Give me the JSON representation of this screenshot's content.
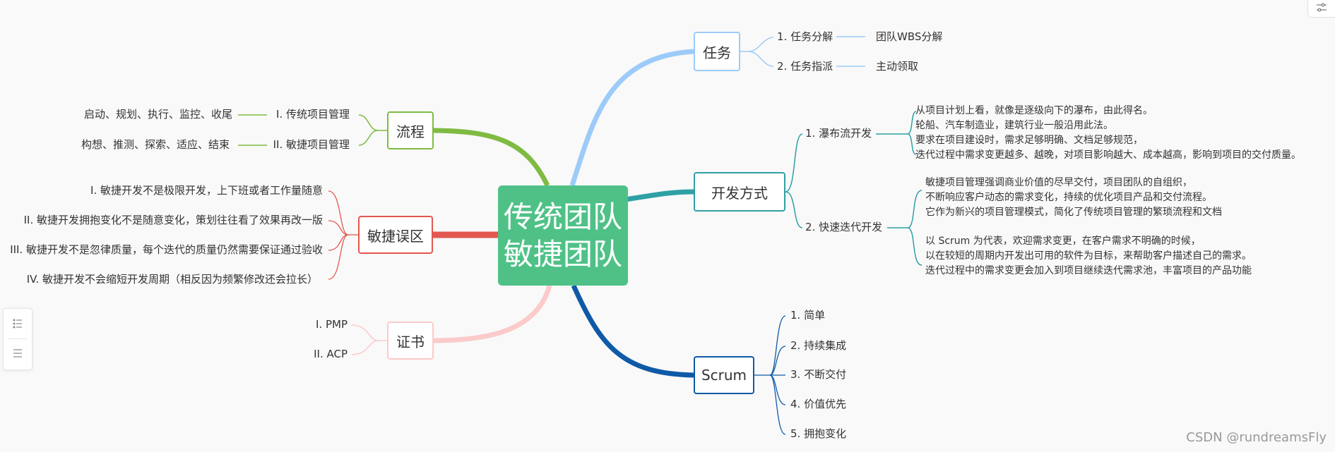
{
  "center": {
    "line1": "传统团队",
    "line2": "敏捷团队"
  },
  "branches": {
    "task": {
      "label": "任务",
      "color": "#9ccbfa",
      "items": [
        {
          "label": "1. 任务分解",
          "child": "团队WBS分解"
        },
        {
          "label": "2. 任务指派",
          "child": "主动领取"
        }
      ]
    },
    "dev": {
      "label": "开发方式",
      "color": "#2fa0a4",
      "waterfall": {
        "label": "1. 瀑布流开发",
        "desc": [
          "从项目计划上看，就像是逐级向下的瀑布，由此得名。",
          "轮船、汽车制造业，建筑行业一般沿用此法。",
          "要求在项目建设时，需求足够明确、文档足够规范，",
          "迭代过程中需求变更越多、越晚，对项目影响越大、成本越高，影响到项目的交付质量。"
        ]
      },
      "iterative": {
        "label": "2. 快速迭代开发",
        "desc": [
          "敏捷项目管理强调商业价值的尽早交付，项目团队的自组织，",
          "不断响应客户动态的需求变化，持续的优化项目产品和交付流程。",
          "它作为新兴的项目管理模式，简化了传统项目管理的繁琐流程和文档",
          "",
          "以 Scrum 为代表，欢迎需求变更，在客户需求不明确的时候，",
          "以在较短的周期内开发出可用的软件为目标，来帮助客户描述自己的需求。",
          "迭代过程中的需求变更会加入到项目继续迭代需求池，丰富项目的产品功能"
        ]
      }
    },
    "scrum": {
      "label": "Scrum",
      "color": "#0e5aa7",
      "items": [
        "1. 简单",
        "2. 持续集成",
        "3. 不断交付",
        "4. 价值优先",
        "5. 拥抱变化"
      ]
    },
    "process": {
      "label": "流程",
      "color": "#7fbb42",
      "items": [
        {
          "label": "I. 传统项目管理",
          "child": "启动、规划、执行、监控、收尾"
        },
        {
          "label": "II. 敏捷项目管理",
          "child": "构想、推测、探索、适应、结束"
        }
      ]
    },
    "myth": {
      "label": "敏捷误区",
      "color": "#e2584f",
      "items": [
        "I. 敏捷开发不是极限开发，上下班或者工作量随意",
        "II. 敏捷开发拥抱变化不是随意变化，策划往往看了效果再改一版",
        "III. 敏捷开发不是忽律质量，每个迭代的质量仍然需要保证通过验收",
        "IV. 敏捷开发不会缩短开发周期（相反因为频繁修改还会拉长）"
      ]
    },
    "cert": {
      "label": "证书",
      "color": "#fccaca",
      "items": [
        "I. PMP",
        "II. ACP"
      ]
    }
  },
  "watermark": "CSDN @rundreamsFly"
}
